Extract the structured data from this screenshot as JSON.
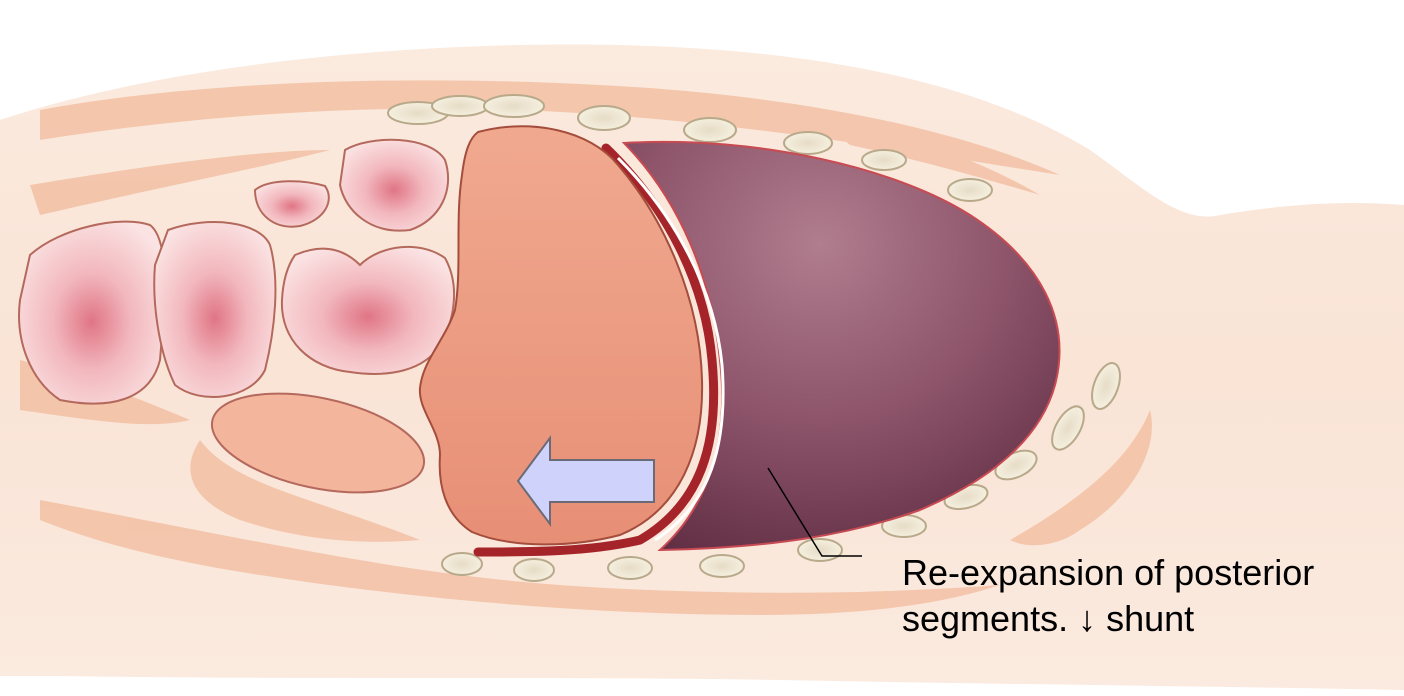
{
  "annotation": {
    "line1": "Re-expansion of posterior",
    "line2": "segments. ↓ shunt"
  },
  "arrow": {
    "direction": "left",
    "fill": "#cfd2fb",
    "stroke": "#6b6b78"
  },
  "colors": {
    "body_outline": "#f8e2d4",
    "muscle": "#f2c3a8",
    "vertebra_fill": "#f7d0d2",
    "vertebra_center": "#e8808c",
    "heart": "#eea187",
    "lung": "#8a4e63",
    "pleura": "#a5242a",
    "rib": "#efe6cf"
  }
}
